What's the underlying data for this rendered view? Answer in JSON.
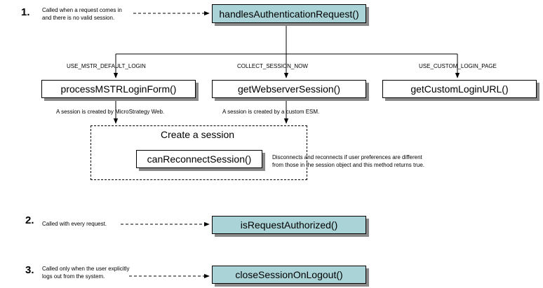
{
  "steps": [
    {
      "number": "1.",
      "note": "Called when a request comes in\nand there is no valid session.",
      "method": "handlesAuthenticationRequest()"
    },
    {
      "number": "2.",
      "note": "Called with every request.",
      "method": "isRequestAuthorized()"
    },
    {
      "number": "3.",
      "note": "Called only when the user explicitly\nlogs out from the system.",
      "method": "closeSessionOnLogout()"
    }
  ],
  "branches": [
    {
      "label": "USE_MSTR_DEFAULT_LOGIN",
      "method": "processMSTRLoginForm()",
      "note": "A session is created by MicroStrategy Web."
    },
    {
      "label": "COLLECT_SESSION_NOW",
      "method": "getWebserverSession()",
      "note": "A session is created by a custom ESM."
    },
    {
      "label": "USE_CUSTOM_LOGIN_PAGE",
      "method": "getCustomLoginURL()"
    }
  ],
  "session_group": {
    "title": "Create a session",
    "method": "canReconnectSession()",
    "note": "Disconnects and reconnects if user preferences are different\nfrom those in the session object and this method returns true."
  },
  "colors": {
    "method_fill": "#a9d3d6",
    "shadow": "#8a8a8a"
  }
}
